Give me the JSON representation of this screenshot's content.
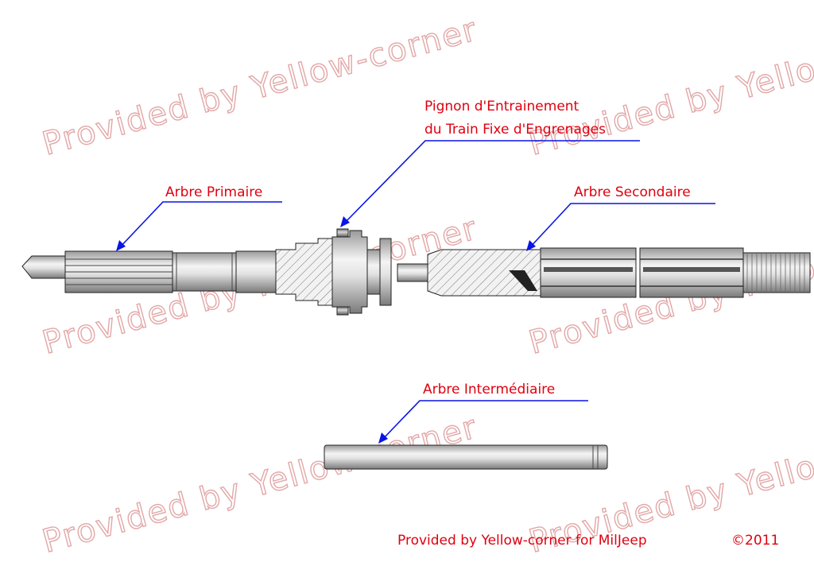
{
  "watermark": {
    "text": "Provided by Yellow-corner"
  },
  "callouts": {
    "arbre_primaire": "Arbre Primaire",
    "pignon_line1": "Pignon d'Entrainement",
    "pignon_line2": "du Train Fixe d'Engrenages",
    "arbre_secondaire": "Arbre Secondaire",
    "arbre_intermediaire": "Arbre Intermédiaire"
  },
  "footer": {
    "credit": "Provided by Yellow-corner for MilJeep",
    "copyright": "©2011"
  },
  "colors": {
    "label_red": "#e0000f",
    "leader_blue": "#0a14e6",
    "watermark": "#d98a8a",
    "shaft_light": "#e8e8e8",
    "shaft_dark": "#8a8a8a"
  }
}
